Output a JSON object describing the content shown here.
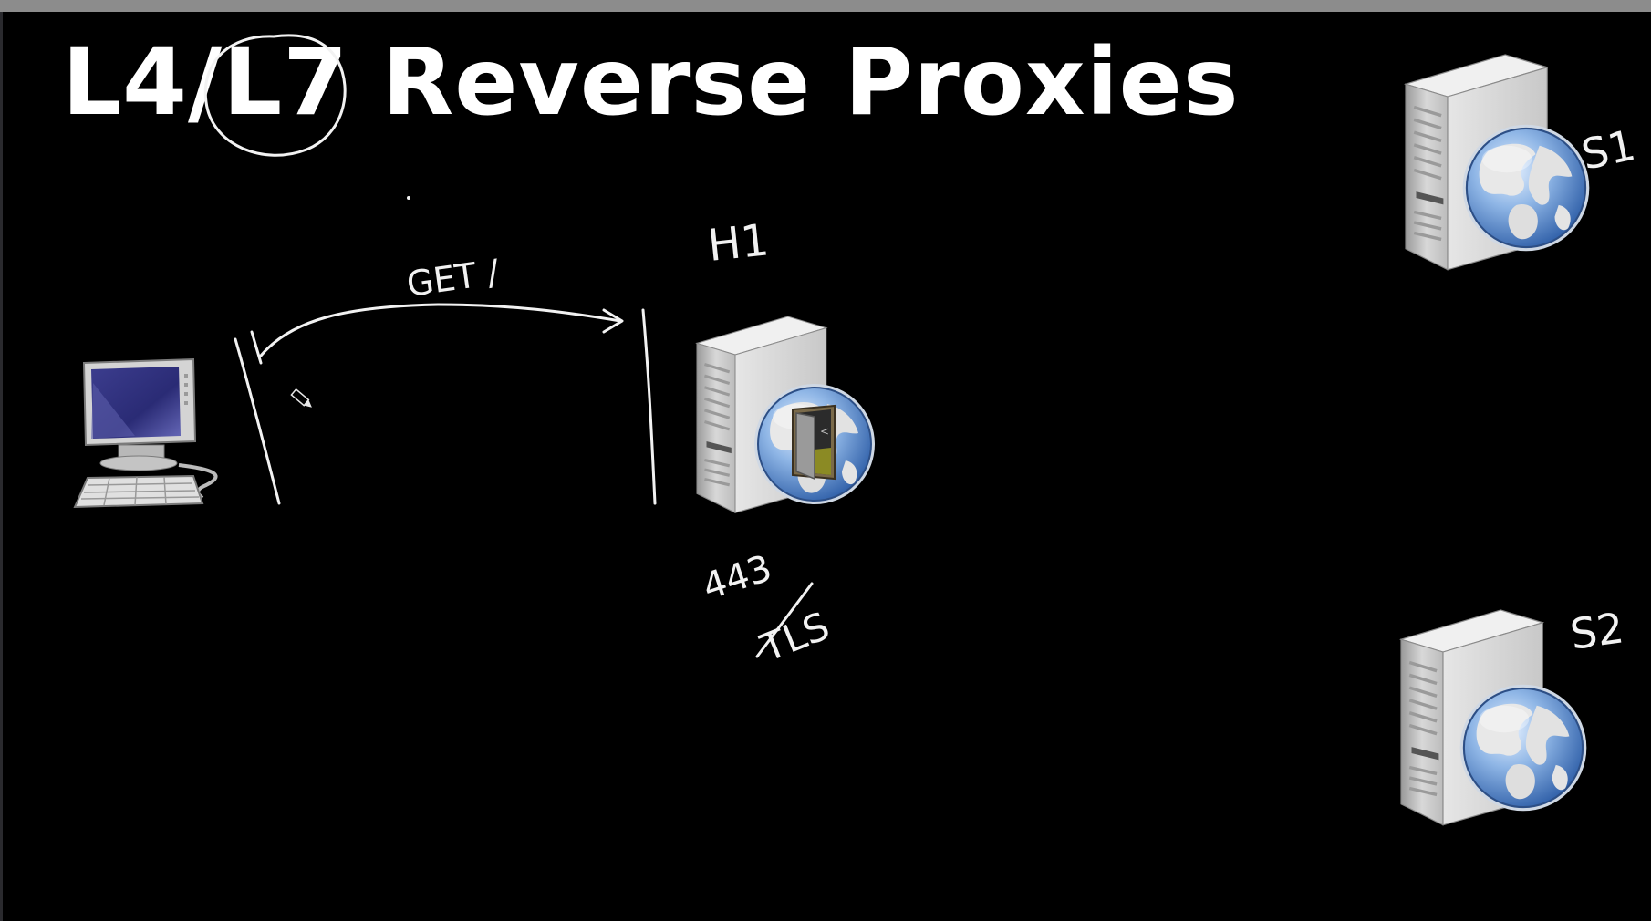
{
  "title": "L4/L7 Reverse Proxies",
  "annotations": {
    "request": "GET /",
    "proxy_label": "H1",
    "server1_label": "S1",
    "server2_label": "S2",
    "port": "443",
    "protocol": "TLS"
  },
  "icons": {
    "client": "desktop-computer-icon",
    "proxy": "web-server-door-icon",
    "server1": "web-server-globe-icon",
    "server2": "web-server-globe-icon"
  },
  "colors": {
    "background": "#000000",
    "ink": "#f2f2f2",
    "topbar": "#8c8c8c"
  }
}
